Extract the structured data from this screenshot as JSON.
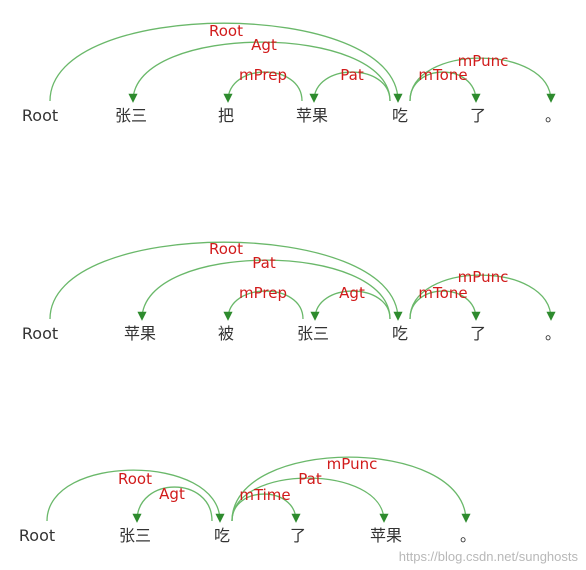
{
  "colors": {
    "arc": "#6ab86a",
    "arrow": "#2e8b2e",
    "label": "#d11b1b",
    "word": "#333333"
  },
  "diagrams": [
    {
      "words": [
        "Root",
        "张三",
        "把",
        "苹果",
        "吃",
        "了",
        "。"
      ],
      "arcs": [
        {
          "from": 0,
          "to": 4,
          "label": "Root"
        },
        {
          "from": 4,
          "to": 1,
          "label": "Agt"
        },
        {
          "from": 3,
          "to": 2,
          "label": "mPrep"
        },
        {
          "from": 4,
          "to": 3,
          "label": "Pat"
        },
        {
          "from": 4,
          "to": 5,
          "label": "mTone"
        },
        {
          "from": 4,
          "to": 6,
          "label": "mPunc"
        }
      ]
    },
    {
      "words": [
        "Root",
        "苹果",
        "被",
        "张三",
        "吃",
        "了",
        "。"
      ],
      "arcs": [
        {
          "from": 0,
          "to": 4,
          "label": "Root"
        },
        {
          "from": 4,
          "to": 1,
          "label": "Pat"
        },
        {
          "from": 3,
          "to": 2,
          "label": "mPrep"
        },
        {
          "from": 4,
          "to": 3,
          "label": "Agt"
        },
        {
          "from": 4,
          "to": 5,
          "label": "mTone"
        },
        {
          "from": 4,
          "to": 6,
          "label": "mPunc"
        }
      ]
    },
    {
      "words": [
        "Root",
        "张三",
        "吃",
        "了",
        "苹果",
        "。"
      ],
      "arcs": [
        {
          "from": 0,
          "to": 2,
          "label": "Root"
        },
        {
          "from": 2,
          "to": 1,
          "label": "Agt"
        },
        {
          "from": 2,
          "to": 3,
          "label": "mTime"
        },
        {
          "from": 2,
          "to": 4,
          "label": "Pat"
        },
        {
          "from": 2,
          "to": 5,
          "label": "mPunc"
        }
      ]
    }
  ],
  "watermark": "https://blog.csdn.net/sunghosts"
}
